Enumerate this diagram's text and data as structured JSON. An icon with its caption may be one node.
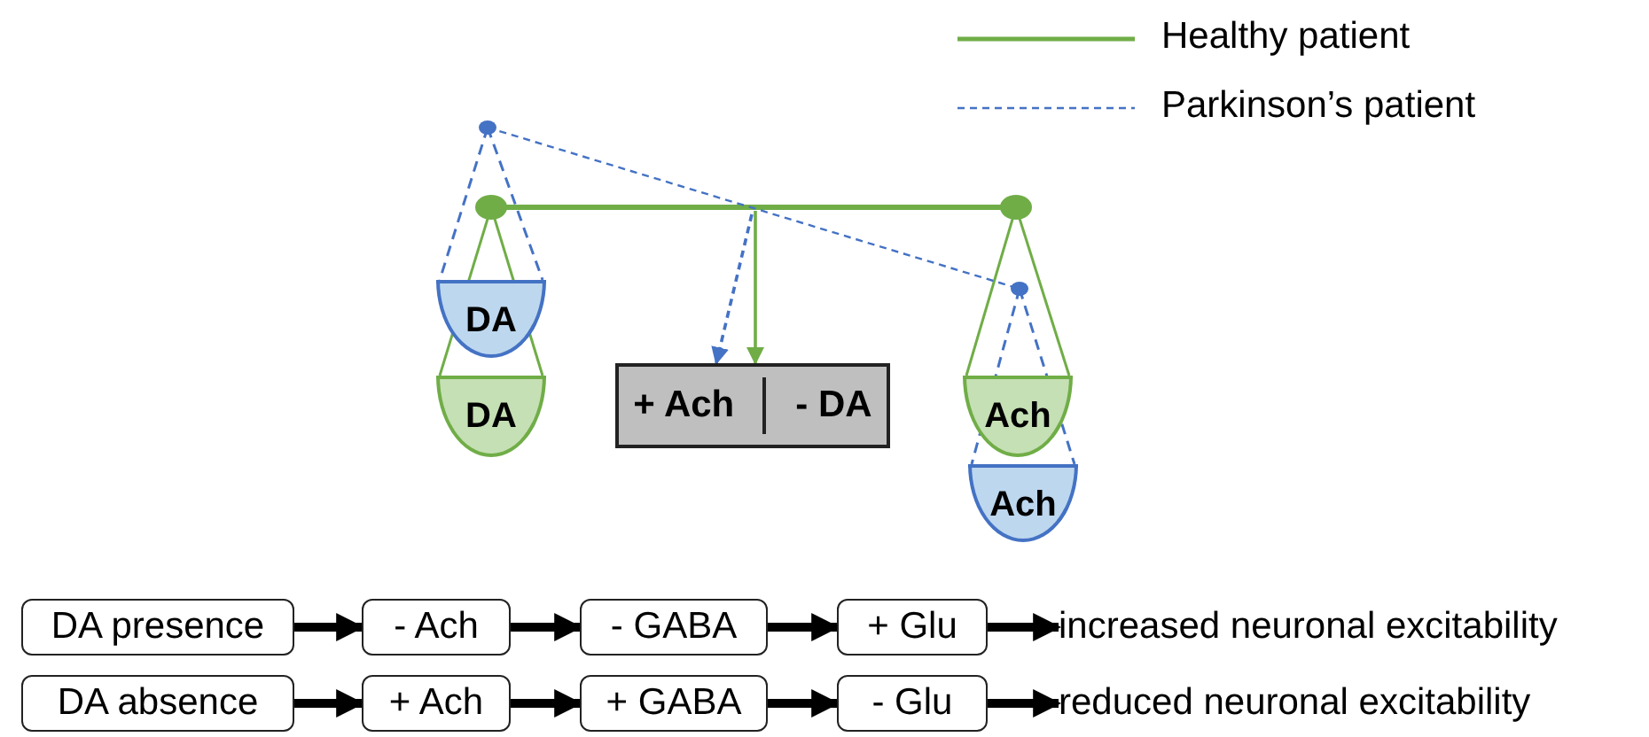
{
  "diagram": {
    "nodes": [
      {
        "text": [
          "DA"
        ]
      },
      {
        "text": [
          "DA"
        ]
      },
      {
        "text": [
          "+ Ach",
          "- DA"
        ]
      },
      {
        "text": [
          "Ach"
        ]
      },
      {
        "text": [
          "Ach"
        ]
      },
      {
        "text": [
          "DA presence"
        ]
      },
      {
        "text": [
          "- Ach"
        ]
      },
      {
        "text": [
          "- GABA"
        ]
      },
      {
        "text": [
          "+ Glu"
        ]
      },
      {
        "text": [
          "increased neuronal excitability"
        ]
      },
      {
        "text": [
          "DA absence"
        ]
      },
      {
        "text": [
          "+ Ach"
        ]
      },
      {
        "text": [
          "+ GABA"
        ]
      },
      {
        "text": [
          "- Glu"
        ]
      },
      {
        "text": [
          "reduced neuronal excitability"
        ]
      }
    ],
    "edges": [
      {
        "from": null,
        "to": 2,
        "arrow": "to",
        "color": "#70ad47"
      },
      {
        "from": null,
        "to": 2,
        "arrow": "to",
        "style": "dashed",
        "color": "#4472c4"
      },
      {
        "from": 5,
        "to": 6,
        "arrow": "to"
      },
      {
        "from": 6,
        "to": 7,
        "arrow": "to"
      },
      {
        "from": 7,
        "to": 8,
        "arrow": "to"
      },
      {
        "from": 8,
        "to": 9,
        "arrow": "to"
      },
      {
        "from": 10,
        "to": 11,
        "arrow": "to"
      },
      {
        "from": 11,
        "to": 12,
        "arrow": "to"
      },
      {
        "from": 12,
        "to": 13,
        "arrow": "to"
      },
      {
        "from": 13,
        "to": 14,
        "arrow": "to"
      }
    ],
    "legend": [
      {
        "text": "Healthy patient"
      },
      {
        "text": "Parkinson’s patient"
      }
    ]
  }
}
